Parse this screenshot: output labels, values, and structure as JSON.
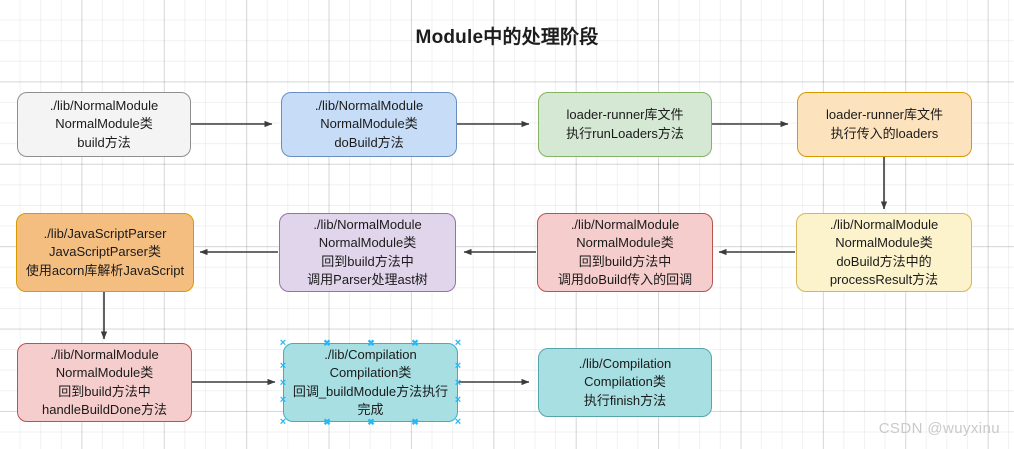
{
  "diagram": {
    "title": "Module中的处理阶段",
    "watermark": "CSDN @wuyxinu",
    "background": "#ffffff",
    "grid_color": "#e8e8e8",
    "edge_color": "#3c3c3c",
    "selection_color": "#29b6f6",
    "nodes": [
      {
        "id": "n1",
        "label": "./lib/NormalModule\nNormalModule类\nbuild方法",
        "fill": "#f4f4f4",
        "stroke": "#8f8f8f",
        "selected": false
      },
      {
        "id": "n2",
        "label": "./lib/NormalModule\nNormalModule类\ndoBuild方法",
        "fill": "#c7ddf7",
        "stroke": "#6c8ebf",
        "selected": false
      },
      {
        "id": "n3",
        "label": "loader-runner库文件\n执行runLoaders方法",
        "fill": "#d5e8d4",
        "stroke": "#82b366",
        "selected": false
      },
      {
        "id": "n4",
        "label": "loader-runner库文件\n执行传入的loaders",
        "fill": "#fde3bd",
        "stroke": "#d79b00",
        "selected": false
      },
      {
        "id": "n5",
        "label": "./lib/NormalModule\nNormalModule类\ndoBuild方法中的\nprocessResult方法",
        "fill": "#fcf3cd",
        "stroke": "#d6b656",
        "selected": false
      },
      {
        "id": "n6",
        "label": "./lib/NormalModule\nNormalModule类\n回到build方法中\n调用doBuild传入的回调",
        "fill": "#f6cdcd",
        "stroke": "#b85450",
        "selected": false
      },
      {
        "id": "n7",
        "label": "./lib/NormalModule\nNormalModule类\n回到build方法中\n调用Parser处理ast树",
        "fill": "#e1d5ec",
        "stroke": "#9673a6",
        "selected": false
      },
      {
        "id": "n8",
        "label": "./lib/JavaScriptParser\nJavaScriptParser类\n使用acorn库解析JavaScript",
        "fill": "#f5be81",
        "stroke": "#d79b00",
        "selected": false
      },
      {
        "id": "n9",
        "label": "./lib/NormalModule\nNormalModule类\n回到build方法中\nhandleBuildDone方法",
        "fill": "#f6cdcd",
        "stroke": "#b85450",
        "selected": false
      },
      {
        "id": "n10",
        "label": "./lib/Compilation\nCompilation类\n回调_buildModule方法执行完成",
        "fill": "#a7dfe3",
        "stroke": "#56a5ad",
        "selected": true
      },
      {
        "id": "n11",
        "label": "./lib/Compilation\nCompilation类\n执行finish方法",
        "fill": "#a7dfe3",
        "stroke": "#56a5ad",
        "selected": false
      }
    ],
    "edges": [
      {
        "from": "n1",
        "to": "n2",
        "direction": "right"
      },
      {
        "from": "n2",
        "to": "n3",
        "direction": "right"
      },
      {
        "from": "n3",
        "to": "n4",
        "direction": "right"
      },
      {
        "from": "n4",
        "to": "n5",
        "direction": "down"
      },
      {
        "from": "n5",
        "to": "n6",
        "direction": "left"
      },
      {
        "from": "n6",
        "to": "n7",
        "direction": "left"
      },
      {
        "from": "n7",
        "to": "n8",
        "direction": "left"
      },
      {
        "from": "n8",
        "to": "n9",
        "direction": "down"
      },
      {
        "from": "n9",
        "to": "n10",
        "direction": "right"
      },
      {
        "from": "n10",
        "to": "n11",
        "direction": "right"
      }
    ]
  }
}
